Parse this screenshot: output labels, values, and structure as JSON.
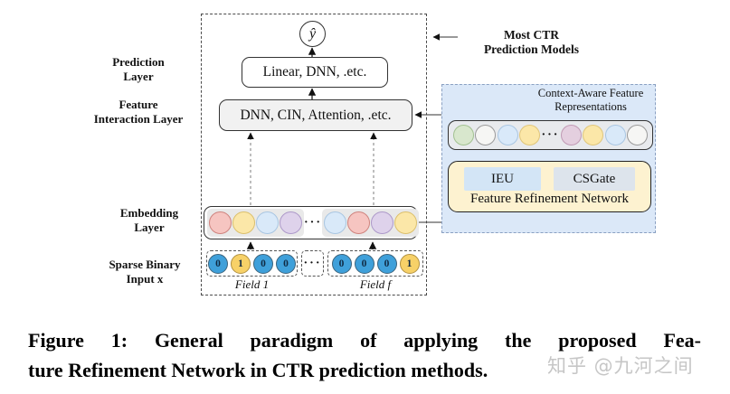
{
  "diagram": {
    "output_symbol": "ŷ",
    "boxes": {
      "prediction": "Linear, DNN, .etc.",
      "interaction": "DNN, CIN, Attention, .etc."
    },
    "side_labels": {
      "prediction": {
        "line1": "Prediction",
        "line2": "Layer"
      },
      "interaction": {
        "line1": "Feature",
        "line2": "Interaction Layer"
      },
      "embedding": {
        "line1": "Embedding",
        "line2": "Layer"
      },
      "sparse": {
        "line1": "Sparse Binary",
        "line2": "Input x"
      }
    },
    "annotation": {
      "line1": "Most CTR",
      "line2": "Prediction Models"
    },
    "dots": "···",
    "context_panel": {
      "label_line1": "Context-Aware Feature",
      "label_line2": "Representations",
      "iue": "IEU",
      "csgate": "CSGate",
      "frn_title": "Feature Refinement Network"
    },
    "embedding_left": [
      {
        "name": "embedding-circle-pink",
        "fill": "#f6c5c1",
        "border": "#cf837e"
      },
      {
        "name": "embedding-circle-yellow",
        "fill": "#fbe7a8",
        "border": "#dcc06c"
      },
      {
        "name": "embedding-circle-blue",
        "fill": "#d9e9f9",
        "border": "#a9c6e2"
      },
      {
        "name": "embedding-circle-purple",
        "fill": "#ded2eb",
        "border": "#ad99c9"
      }
    ],
    "embedding_right": [
      {
        "name": "embedding-circle-blue",
        "fill": "#d9e9f9",
        "border": "#a9c6e2"
      },
      {
        "name": "embedding-circle-pink",
        "fill": "#f6c5c1",
        "border": "#cf837e"
      },
      {
        "name": "embedding-circle-purple",
        "fill": "#ded2eb",
        "border": "#ad99c9"
      },
      {
        "name": "embedding-circle-yellow",
        "fill": "#fbe7a8",
        "border": "#dcc06c"
      }
    ],
    "representation": [
      {
        "name": "refined-circle-green",
        "fill": "#d8e7cd",
        "border": "#a2c191"
      },
      {
        "name": "refined-circle-white",
        "fill": "#f6f6f4",
        "border": "#9a9a9a"
      },
      {
        "name": "refined-circle-blue",
        "fill": "#d9e9f9",
        "border": "#a9c6e2"
      },
      {
        "name": "refined-circle-yellow",
        "fill": "#fbe7a8",
        "border": "#e0c67a"
      },
      {
        "dots": true
      },
      {
        "name": "refined-circle-mauve",
        "fill": "#e4cfdf",
        "border": "#c09ab4"
      },
      {
        "name": "refined-circle-yellow",
        "fill": "#fbe7a8",
        "border": "#e0c67a"
      },
      {
        "name": "refined-circle-blue",
        "fill": "#d9e9f9",
        "border": "#a9c6e2"
      },
      {
        "name": "refined-circle-white",
        "fill": "#f6f6f4",
        "border": "#9a9a9a"
      }
    ],
    "field1": {
      "label": "Field 1",
      "bits": [
        {
          "name": "bit-circle",
          "label": "0",
          "fill": "#3fa0da",
          "border": "#3c637c"
        },
        {
          "name": "bit-circle",
          "label": "1",
          "fill": "#f7d168",
          "border": "#b2913f"
        },
        {
          "name": "bit-circle",
          "label": "0",
          "fill": "#3fa0da",
          "border": "#3c637c"
        },
        {
          "name": "bit-circle",
          "label": "0",
          "fill": "#3fa0da",
          "border": "#3c637c"
        }
      ]
    },
    "fieldf": {
      "label": "Field f",
      "bits": [
        {
          "name": "bit-circle",
          "label": "0",
          "fill": "#3fa0da",
          "border": "#3c637c"
        },
        {
          "name": "bit-circle",
          "label": "0",
          "fill": "#3fa0da",
          "border": "#3c637c"
        },
        {
          "name": "bit-circle",
          "label": "0",
          "fill": "#3fa0da",
          "border": "#3c637c"
        },
        {
          "name": "bit-circle",
          "label": "1",
          "fill": "#f7d168",
          "border": "#b2913f"
        }
      ]
    }
  },
  "caption": {
    "line1": "Figure 1: General paradigm of applying the proposed Fea-",
    "line2": "ture Refinement Network in CTR prediction methods."
  },
  "watermark": "知乎 @九河之间"
}
